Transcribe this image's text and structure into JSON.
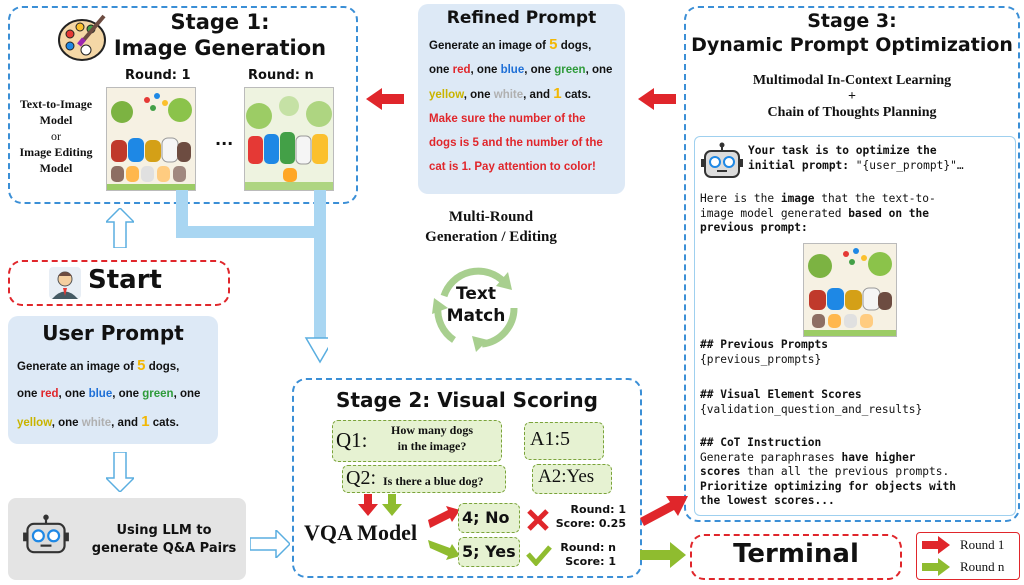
{
  "stage1": {
    "title_line1": "Stage 1:",
    "title_line2": "Image Generation",
    "round1": "Round: 1",
    "roundn": "Round: n",
    "ellipsis": "...",
    "model_line1": "Text-to-Image",
    "model_line2": "Model",
    "model_line3": "or",
    "model_line4": "Image Editing",
    "model_line5": "Model"
  },
  "refined_prompt": {
    "title": "Refined Prompt",
    "l1a": "Generate an image of ",
    "l1num": "5",
    "l1b": " dogs,",
    "l2a": "one ",
    "red": "red",
    "l2b": ", one ",
    "blue": "blue",
    "l2c": ", one ",
    "green": "green",
    "l2d": ", one",
    "yellow": "yellow",
    "l3a": ", one ",
    "white": "white",
    "l3b": ", and ",
    "l3num": "1",
    "l3c": " cats.",
    "extra1": "Make sure the number of the",
    "extra2": "dogs is 5 and the number of the",
    "extra3": "cat is 1. Pay attention to color!"
  },
  "center": {
    "multi_round1": "Multi-Round",
    "multi_round2": "Generation / Editing",
    "cycle1": "Text",
    "cycle2": "Match"
  },
  "stage3": {
    "title_line1": "Stage 3:",
    "title_line2": "Dynamic Prompt Optimization",
    "sub1": "Multimodal In-Context Learning",
    "plus": "+",
    "sub2": "Chain of Thoughts Planning",
    "task_a": "Your task is to optimize the",
    "task_b": "initial prompt:",
    "task_c": " \"{user_prompt}\"…",
    "here_a": "Here is the ",
    "here_b": "image",
    "here_c": " that the text-to-",
    "here_d": "image model generated ",
    "here_e": "based on the",
    "here_f": "previous prompt:",
    "prev_h": "## Previous Prompts",
    "prev_v": "{previous_prompts}",
    "vis_h": "## Visual Element Scores",
    "vis_v": "{validation_question_and_results}",
    "cot_h": "## CoT Instruction",
    "cot_1": "Generate paraphrases ",
    "cot_1b": "have higher",
    "cot_2": "scores",
    "cot_2b": " than all the previous prompts.",
    "cot_3": "Prioritize optimizing for objects with",
    "cot_4": "the lowest scores..."
  },
  "start": {
    "label": "Start"
  },
  "user_prompt": {
    "title": "User Prompt",
    "l1a": "Generate an image of ",
    "l1num": "5",
    "l1b": " dogs,",
    "l2a": "one ",
    "red": "red",
    "l2b": ", one ",
    "blue": "blue",
    "l2c": ", one ",
    "green": "green",
    "l2d": ", one",
    "yellow": "yellow",
    "l3a": ", one ",
    "white": "white",
    "l3b": ", and ",
    "l3num": "1",
    "l3c": " cats."
  },
  "llm": {
    "line1": "Using LLM to",
    "line2": "generate Q&A Pairs"
  },
  "stage2": {
    "title": "Stage 2: Visual Scoring",
    "q1": "Q1:",
    "q1_text1": "How many dogs",
    "q1_text2": "in the image?",
    "q2": "Q2:",
    "q2_text": "Is there a blue dog?",
    "a1": "A1:5",
    "a2": "A2:Yes",
    "vqa": "VQA Model",
    "r1_ans": "4; No",
    "rn_ans": "5; Yes",
    "r1_round": "Round: 1",
    "r1_score": "Score: 0.25",
    "rn_round": "Round: n",
    "rn_score": "Score: 1"
  },
  "terminal": {
    "label": "Terminal"
  },
  "legend": {
    "round1": "Round 1",
    "roundn": "Round n"
  },
  "colors": {
    "blue_dash": "#3b8fd6",
    "red": "#e0262b",
    "green": "#8fbc2f",
    "light_blue_arrow": "#a9d6f2",
    "prompt_bg": "#dde9f6"
  }
}
